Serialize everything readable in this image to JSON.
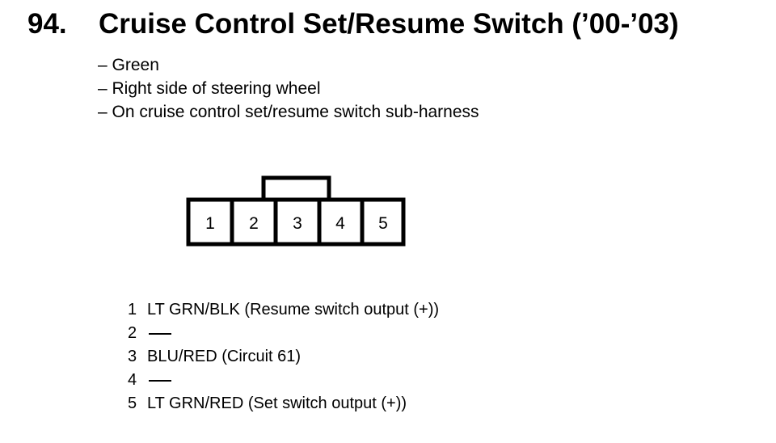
{
  "title": {
    "number": "94.",
    "text": "Cruise Control Set/Resume Switch (’00-’03)"
  },
  "notes": [
    "– Green",
    "– Right side of steering wheel",
    "– On cruise control set/resume switch sub-harness"
  ],
  "connector": {
    "pins": [
      "1",
      "2",
      "3",
      "4",
      "5"
    ]
  },
  "pin_list": [
    {
      "num": "1",
      "desc": "LT GRN/BLK (Resume switch output (+))"
    },
    {
      "num": "2",
      "desc": ""
    },
    {
      "num": "3",
      "desc": "BLU/RED (Circuit 61)"
    },
    {
      "num": "4",
      "desc": ""
    },
    {
      "num": "5",
      "desc": "LT GRN/RED (Set switch output (+))"
    }
  ]
}
